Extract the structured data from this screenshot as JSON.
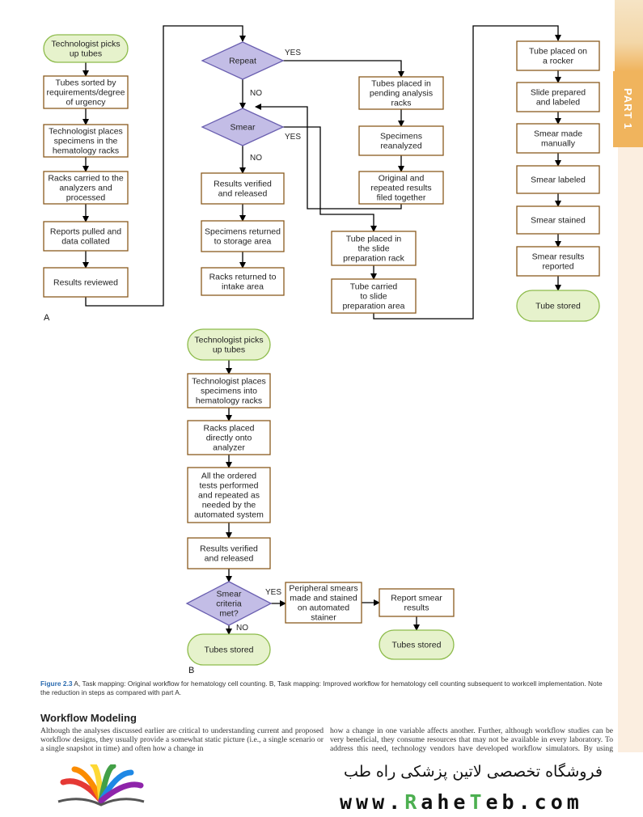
{
  "part_tab": {
    "label": "PART 1"
  },
  "figure": {
    "part_a_label": "A",
    "part_b_label": "B",
    "a": {
      "col1": [
        "Technologist picks|up tubes",
        "Tubes sorted by|requirements/degree|of urgency",
        "Technologist places|specimens in the|hematology racks",
        "Racks carried to the|analyzers and|processed",
        "Reports pulled and|data collated",
        "Results reviewed"
      ],
      "col2": [
        "Repeat",
        "Smear",
        "Results verified|and released",
        "Specimens returned|to storage area",
        "Racks returned to|intake area"
      ],
      "col3": [
        "Tubes placed in|pending analysis|racks",
        "Specimens|reanalyzed",
        "Original and|repeated results|filed together"
      ],
      "col3b": [
        "Tube placed in|the slide|preparation rack",
        "Tube carried|to slide|preparation area"
      ],
      "col4": [
        "Tube placed on|a rocker",
        "Slide prepared|and labeled",
        "Smear made|manually",
        "Smear labeled",
        "Smear stained",
        "Smear results|reported",
        "Tube stored"
      ],
      "yes": "YES",
      "no": "NO"
    },
    "b": {
      "main": [
        "Technologist picks|up tubes",
        "Technologist places|specimens into|hematology racks",
        "Racks placed|directly onto|analyzer",
        "All the ordered|tests performed|and repeated as|needed by the|automated system",
        "Results verified|and released",
        "Smear|criteria|met?",
        "Tubes stored"
      ],
      "side": [
        "Peripheral smears|made and stained|on automated|stainer",
        "Report smear|results",
        "Tubes stored"
      ],
      "yes": "YES",
      "no": "NO"
    }
  },
  "caption": {
    "fig_label": "Figure 2.3",
    "text": " A, Task mapping: Original workflow for hematology cell counting. B, Task mapping: Improved workflow for hematology cell counting subsequent to workcell implementation. Note the reduction in steps as compared with part A."
  },
  "section": {
    "title": "Workflow Modeling",
    "left_text": "Although the analyses discussed earlier are critical to understanding current and proposed workflow designs, they usually provide a somewhat static picture (i.e., a single scenario or a single snapshot in time) and often how a change in",
    "right_text": "how a change in one variable affects another. Further, although workflow studies can be very beneficial, they consume resources that may not be available in every laboratory. To address this need, technology vendors have developed workflow simulators. By using sophisticated workflow"
  },
  "watermark": {
    "store_name": "فروشگاه تخصصی لاتین پزشکی  راه طب",
    "url_1": "www.",
    "url_2": "R",
    "url_3": "ahe",
    "url_4": "T",
    "url_5": "eb.com"
  }
}
